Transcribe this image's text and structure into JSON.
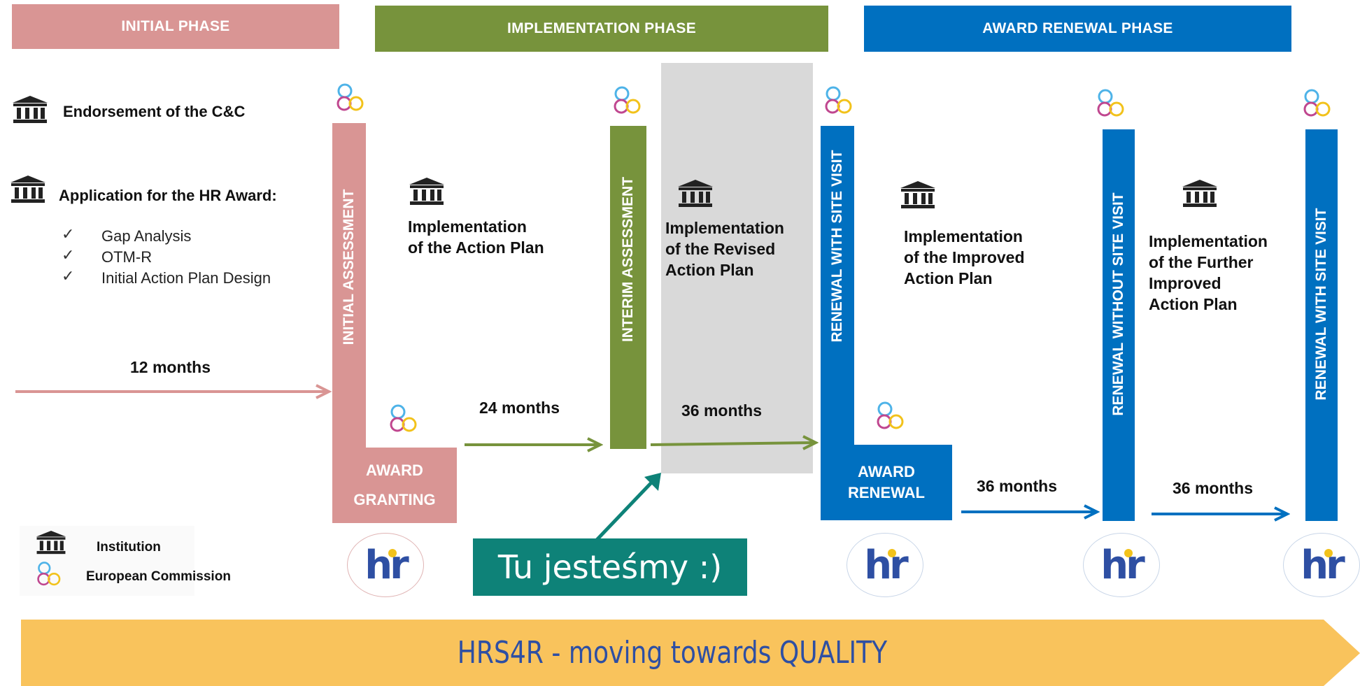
{
  "phases": {
    "initial": "INITIAL PHASE",
    "implementation": "IMPLEMENTATION PHASE",
    "renewal": "AWARD RENEWAL PHASE"
  },
  "left": {
    "endorsement": "Endorsement of the C&C",
    "application": "Application for the HR Award:",
    "checklist": [
      "Gap Analysis",
      "OTM-R",
      "Initial Action Plan Design"
    ],
    "duration": "12 months"
  },
  "bars": {
    "initial_assessment": "INITIAL ASSESSMENT",
    "interim_assessment": "INTERIM ASSESSMENT",
    "renewal_with_site_visit_1": "RENEWAL WITH  SITE VISIT",
    "renewal_without_site_visit": "RENEWAL WITHOUT  SITE VISIT",
    "renewal_with_site_visit_2": "RENEWAL WITH  SITE VISIT"
  },
  "boxes": {
    "award_granting": "AWARD\nGRANTING",
    "award_renewal": "AWARD\nRENEWAL"
  },
  "steps": {
    "impl_action_plan": "Implementation\nof the Action Plan",
    "impl_revised": "Implementation\nof the Revised\nAction Plan",
    "impl_improved": "Implementation\nof the Improved\nAction Plan",
    "impl_further": "Implementation\nof the Further\nImproved\nAction Plan"
  },
  "durations": {
    "d24": "24 months",
    "d36a": "36 months",
    "d36b": "36 months",
    "d36c": "36 months"
  },
  "callout": "Tu jesteśmy :)",
  "legend": {
    "institution": "Institution",
    "commission": "European Commission"
  },
  "logo_text": "hr",
  "banner": "HRS4R - moving towards QUALITY",
  "colors": {
    "initial": "#d99594",
    "implementation": "#77933c",
    "renewal": "#0070c0",
    "callout": "#0e8278",
    "banner": "#f9c35c",
    "banner_text": "#2e4fa3",
    "highlight": "#d9d9d9"
  }
}
